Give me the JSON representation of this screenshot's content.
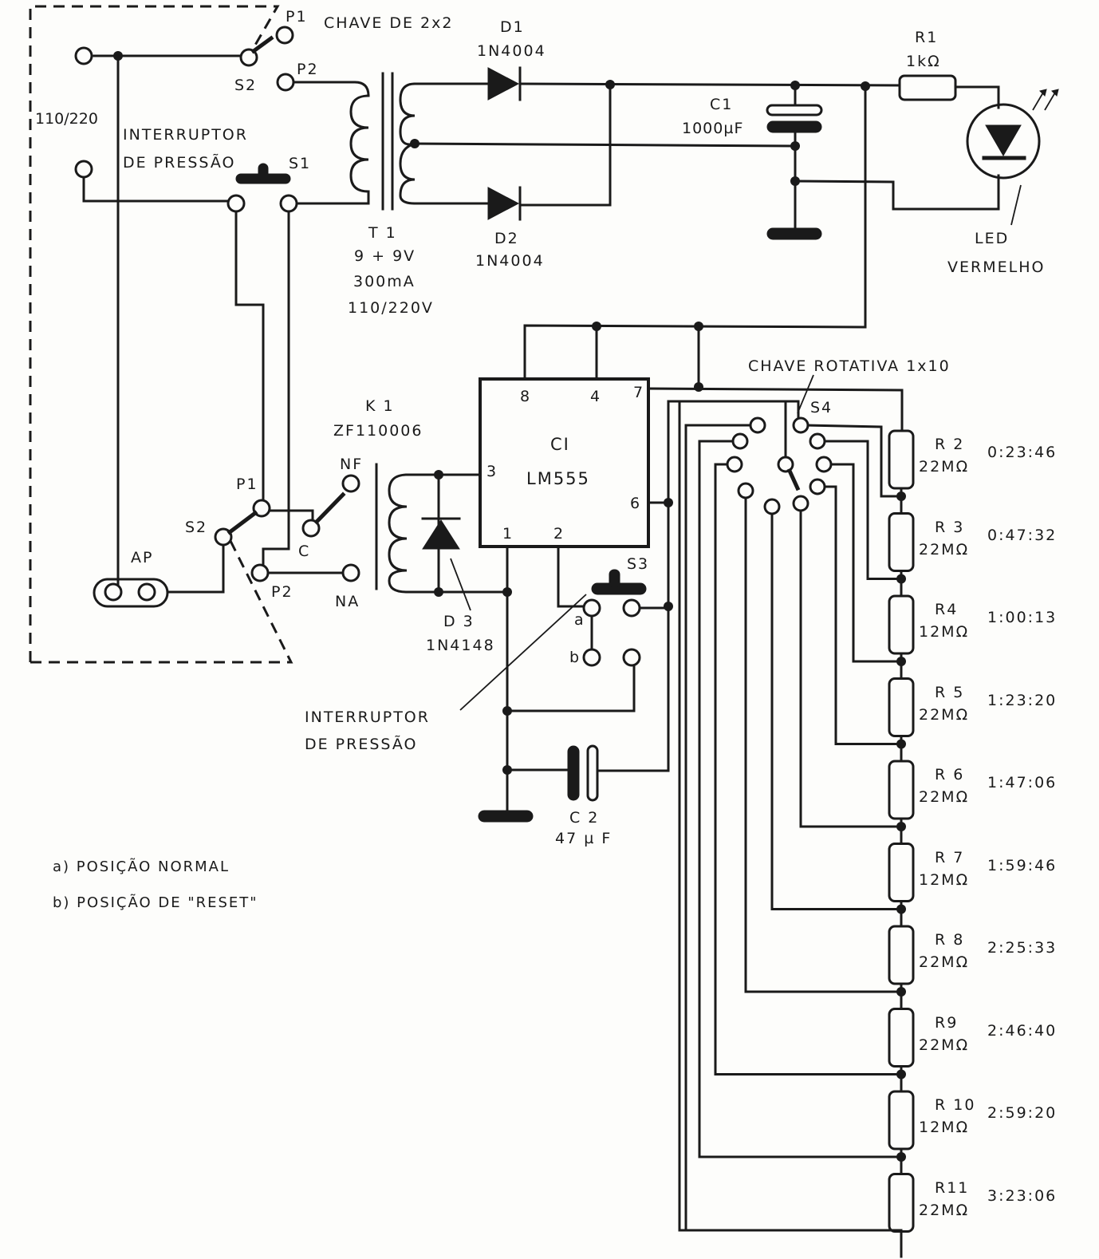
{
  "power_input": {
    "mains_label": "110/220",
    "switch_label": "CHAVE DE 2x2",
    "switch_poles": {
      "p1": "P1",
      "p2": "P2",
      "s2": "S2"
    },
    "pushbutton": {
      "label_line1": "INTERRUPTOR",
      "label_line2": "DE PRESSÃO",
      "id": "S1"
    },
    "outlet": "AP"
  },
  "transformer": {
    "id": "T 1",
    "voltage": "9 + 9V",
    "current": "300mA",
    "primary": "110/220V"
  },
  "rectifier": {
    "d1": {
      "id": "D1",
      "part": "1N4004"
    },
    "d2": {
      "id": "D2",
      "part": "1N4004"
    }
  },
  "filter_cap": {
    "id": "C1",
    "value": "1000µF"
  },
  "indicator": {
    "resistor_id": "R1",
    "resistor_value": "1kΩ",
    "led_line1": "LED",
    "led_line2": "VERMELHO"
  },
  "relay": {
    "id": "K 1",
    "part": "ZF110006",
    "contacts": {
      "nf": "NF",
      "c": "C",
      "na": "NA",
      "p1": "P1",
      "p2": "P2",
      "s2": "S2"
    }
  },
  "diode_d3": {
    "id": "D 3",
    "part": "1N4148"
  },
  "ic": {
    "title": "CI",
    "part": "LM555",
    "pins": {
      "p8": "8",
      "p4": "4",
      "p7": "7",
      "p3": "3",
      "p6": "6",
      "p1": "1",
      "p2": "2"
    }
  },
  "reset_switch": {
    "id": "S3",
    "pos_a": "a",
    "pos_b": "b",
    "label_line1": "INTERRUPTOR",
    "label_line2": "DE PRESSÃO"
  },
  "timing_cap": {
    "id": "C 2",
    "value": "47 µ F"
  },
  "rotary_switch": {
    "label": "CHAVE ROTATIVA 1x10",
    "id": "S4"
  },
  "timing_resistors": [
    {
      "id": "R 2",
      "value": "22MΩ",
      "time": "0:23:46"
    },
    {
      "id": "R 3",
      "value": "22MΩ",
      "time": "0:47:32"
    },
    {
      "id": "R4",
      "value": "12MΩ",
      "time": "1:00:13"
    },
    {
      "id": "R 5",
      "value": "22MΩ",
      "time": "1:23:20"
    },
    {
      "id": "R 6",
      "value": "22MΩ",
      "time": "1:47:06"
    },
    {
      "id": "R 7",
      "value": "12MΩ",
      "time": "1:59:46"
    },
    {
      "id": "R 8",
      "value": "22MΩ",
      "time": "2:25:33"
    },
    {
      "id": "R9",
      "value": "22MΩ",
      "time": "2:46:40"
    },
    {
      "id": "R 10",
      "value": "12MΩ",
      "time": "2:59:20"
    },
    {
      "id": "R11",
      "value": "22MΩ",
      "time": "3:23:06"
    }
  ],
  "notes": [
    "a) POSIÇÃO  NORMAL",
    "b) POSIÇÃO  DE \"RESET\""
  ]
}
